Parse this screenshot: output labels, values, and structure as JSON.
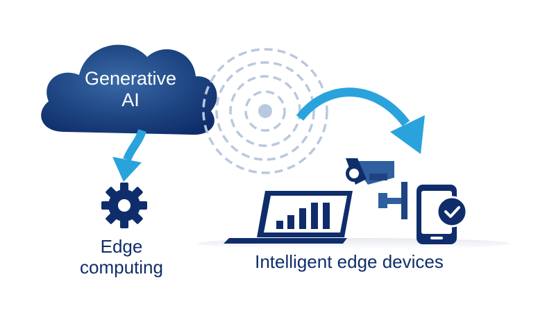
{
  "diagram": {
    "cloud": {
      "line1": "Generative",
      "line2": "AI",
      "icon": "cloud-icon"
    },
    "edge_computing": {
      "line1": "Edge",
      "line2": "computing",
      "icon": "gear-icon"
    },
    "devices": {
      "label": "Intelligent edge devices",
      "icons": [
        "laptop-icon",
        "security-camera-icon",
        "smartphone-check-icon"
      ]
    },
    "signal": {
      "icon": "wireless-signal-icon"
    },
    "colors": {
      "navy": "#0f2d6b",
      "cloud_light": "#2f5f9e",
      "arrow_blue": "#2aa3dc",
      "signal_ring": "#b9c8de",
      "check_green": "#ffffff"
    }
  }
}
